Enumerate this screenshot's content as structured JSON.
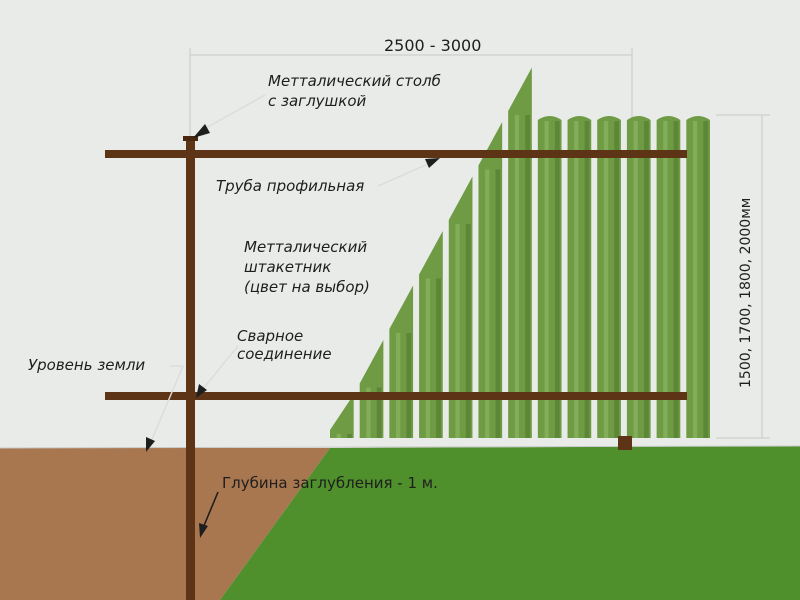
{
  "colors": {
    "sky": "#e8ebe8",
    "soil": "#a9774f",
    "grass": "#4f8f2c",
    "post": "#5e3417",
    "picket": "#6f9b45",
    "picket_dark": "#4f7a2e",
    "picket_light": "#93bd69",
    "dim_line": "#c9c9c9"
  },
  "labels": {
    "width_dimension": "2500 - 3000",
    "height_dimension": "1500, 1700, 1800, 2000мм",
    "post": [
      "Метталический столб",
      "с заглушкой"
    ],
    "rail": "Труба профильная",
    "picket": [
      "Метталический",
      "штакетник",
      "(цвет на выбор)"
    ],
    "weld": [
      "Сварное",
      "соединение"
    ],
    "ground_level": "Уровень земли",
    "depth": "Глубина заглубления - 1 м."
  },
  "fence": {
    "picket_count": 13,
    "full_height_pickets": 6
  }
}
